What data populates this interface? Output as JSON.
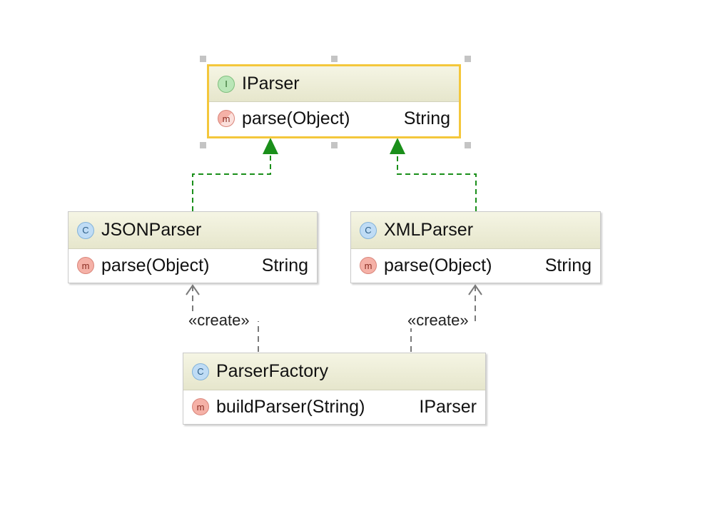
{
  "diagram": {
    "colors": {
      "selection": "#f4c73b",
      "realization": "#1a8f1a",
      "dependency": "#7a7a7a",
      "header": "#e9e9d0"
    },
    "classes": [
      {
        "id": "iparser",
        "kind": "interface",
        "badge": "I",
        "name": "IParser",
        "selected": true,
        "members": [
          {
            "badge": "m",
            "signature": "parse(Object)",
            "returns": "String",
            "abstract": true
          }
        ]
      },
      {
        "id": "jsonparser",
        "kind": "class",
        "badge": "C",
        "name": "JSONParser",
        "members": [
          {
            "badge": "m",
            "signature": "parse(Object)",
            "returns": "String"
          }
        ]
      },
      {
        "id": "xmlparser",
        "kind": "class",
        "badge": "C",
        "name": "XMLParser",
        "members": [
          {
            "badge": "m",
            "signature": "parse(Object)",
            "returns": "String"
          }
        ]
      },
      {
        "id": "parserfactory",
        "kind": "class",
        "badge": "C",
        "name": "ParserFactory",
        "members": [
          {
            "badge": "m",
            "signature": "buildParser(String)",
            "returns": "IParser"
          }
        ]
      }
    ],
    "relations": [
      {
        "type": "realization",
        "from": "jsonparser",
        "to": "iparser"
      },
      {
        "type": "realization",
        "from": "xmlparser",
        "to": "iparser"
      },
      {
        "type": "dependency",
        "from": "parserfactory",
        "to": "jsonparser",
        "label": "«create»"
      },
      {
        "type": "dependency",
        "from": "parserfactory",
        "to": "xmlparser",
        "label": "«create»"
      }
    ]
  }
}
